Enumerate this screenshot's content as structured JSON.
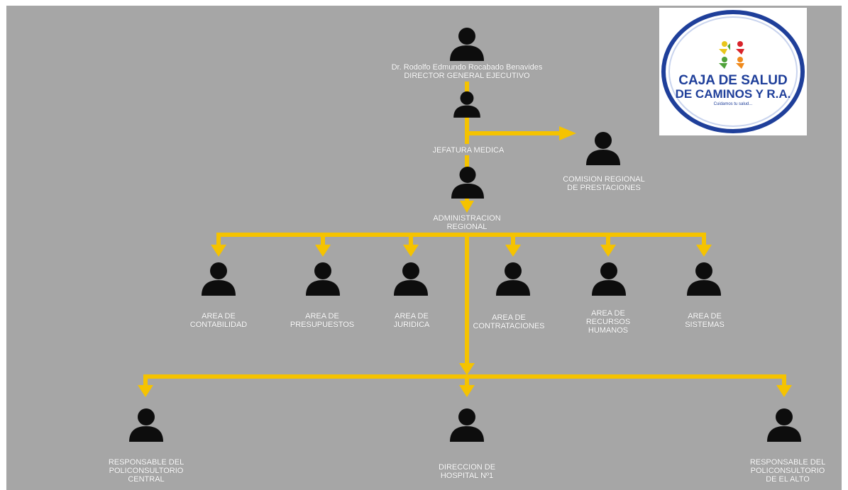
{
  "logo": {
    "line1": "CAJA DE SALUD",
    "line2": "DE CAMINOS Y R.A.",
    "tagline": "Cuidamos tu salud...",
    "colors": {
      "ring": "#1f3f9a",
      "text": "#1f3f9a",
      "green": "#4fa23a",
      "yellow": "#e8c51b",
      "red": "#d8232a",
      "orange": "#f08a1c"
    }
  },
  "colors": {
    "background": "#a6a6a6",
    "connector": "#f5c300",
    "person": "#0d0d0d",
    "label": "#ffffff"
  },
  "nodes": {
    "director": {
      "icon": "person-icon",
      "lines": [
        "Dr. Rodolfo Edmundo Rocabado Benavides",
        "DIRECTOR GENERAL EJECUTIVO"
      ]
    },
    "jefatura": {
      "icon": "person-icon",
      "lines": [
        "JEFATURA MEDICA"
      ]
    },
    "comision": {
      "icon": "person-icon",
      "lines": [
        "COMISION REGIONAL",
        "DE PRESTACIONES"
      ]
    },
    "administracion": {
      "icon": "person-icon",
      "lines": [
        "ADMINISTRACION",
        "REGIONAL"
      ]
    },
    "areas": [
      {
        "icon": "person-icon",
        "lines": [
          "AREA DE",
          "CONTABILIDAD"
        ]
      },
      {
        "icon": "person-icon",
        "lines": [
          "AREA DE",
          "PRESUPUESTOS"
        ]
      },
      {
        "icon": "person-icon",
        "lines": [
          "AREA DE",
          "JURIDICA"
        ]
      },
      {
        "icon": "person-icon",
        "lines": [
          "AREA DE",
          "CONTRATACIONES"
        ]
      },
      {
        "icon": "person-icon",
        "lines": [
          "AREA DE",
          "RECURSOS",
          "HUMANOS"
        ]
      },
      {
        "icon": "person-icon",
        "lines": [
          "AREA DE",
          "SISTEMAS"
        ]
      }
    ],
    "units": [
      {
        "icon": "person-icon",
        "lines": [
          "RESPONSABLE DEL",
          "POLICONSULTORIO",
          "CENTRAL"
        ]
      },
      {
        "icon": "person-icon",
        "lines": [
          "DIRECCION DE",
          "HOSPITAL Nº1"
        ]
      },
      {
        "icon": "person-icon",
        "lines": [
          "RESPONSABLE DEL",
          "POLICONSULTORIO",
          "DE EL ALTO"
        ]
      }
    ]
  }
}
